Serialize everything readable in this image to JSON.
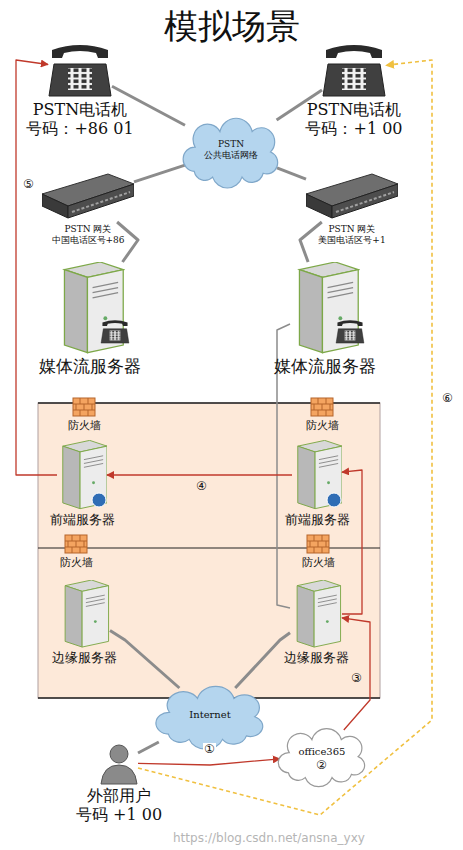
{
  "diagram": {
    "title": "模拟场景",
    "nodes": [
      {
        "text": [
          "PSTN电话机 号码：+86 01"
        ]
      },
      {
        "text": [
          "PSTN电话机 号码：+1 00"
        ]
      },
      {
        "text": [
          "PSTN 公共电话网络"
        ]
      },
      {
        "text": [
          "PSTN 网关 中国电话区号+86"
        ]
      },
      {
        "text": [
          "PSTN 网关 美国电话区号+1"
        ]
      },
      {
        "text": [
          "媒体流服务器"
        ]
      },
      {
        "text": [
          "媒体流服务器"
        ]
      },
      {
        "text": [
          "防火墙"
        ]
      },
      {
        "text": [
          "防火墙"
        ]
      },
      {
        "text": [
          "前端服务器"
        ]
      },
      {
        "text": [
          "前端服务器"
        ]
      },
      {
        "text": [
          "防火墙"
        ]
      },
      {
        "text": [
          "防火墙"
        ]
      },
      {
        "text": [
          "边缘服务器"
        ]
      },
      {
        "text": [
          "边缘服务器"
        ]
      },
      {
        "text": [
          "Internet"
        ]
      },
      {
        "text": [
          "office365"
        ]
      },
      {
        "text": [
          "外部用户 号码 +1 00"
        ]
      }
    ],
    "edges": [
      {
        "from": 0,
        "to": 2,
        "arrow": "none"
      },
      {
        "from": 1,
        "to": 2,
        "arrow": "none"
      },
      {
        "from": 3,
        "to": 2,
        "arrow": "none"
      },
      {
        "from": 4,
        "to": 2,
        "arrow": "none"
      },
      {
        "from": 3,
        "to": 5,
        "arrow": "none"
      },
      {
        "from": 4,
        "to": 6,
        "arrow": "none"
      },
      {
        "from": 6,
        "to": 14,
        "arrow": "none"
      },
      {
        "from": 13,
        "to": 15,
        "arrow": "none"
      },
      {
        "from": 14,
        "to": 15,
        "arrow": "none"
      },
      {
        "from": 17,
        "to": 15,
        "arrow": "none"
      },
      {
        "from": 17,
        "to": 16,
        "arrow": "to"
      },
      {
        "from": 16,
        "to": 14,
        "arrow": "to"
      },
      {
        "from": 14,
        "to": 10,
        "arrow": "to"
      },
      {
        "from": 10,
        "to": 9,
        "arrow": "to"
      },
      {
        "from": 9,
        "to": 0,
        "arrow": "to"
      },
      {
        "from": 17,
        "to": 1,
        "arrow": "to"
      }
    ],
    "labels": [
      "①",
      "②",
      "③",
      "④",
      "⑤",
      "⑥",
      "https://blog.csdn.net/ansna_yxy"
    ]
  }
}
